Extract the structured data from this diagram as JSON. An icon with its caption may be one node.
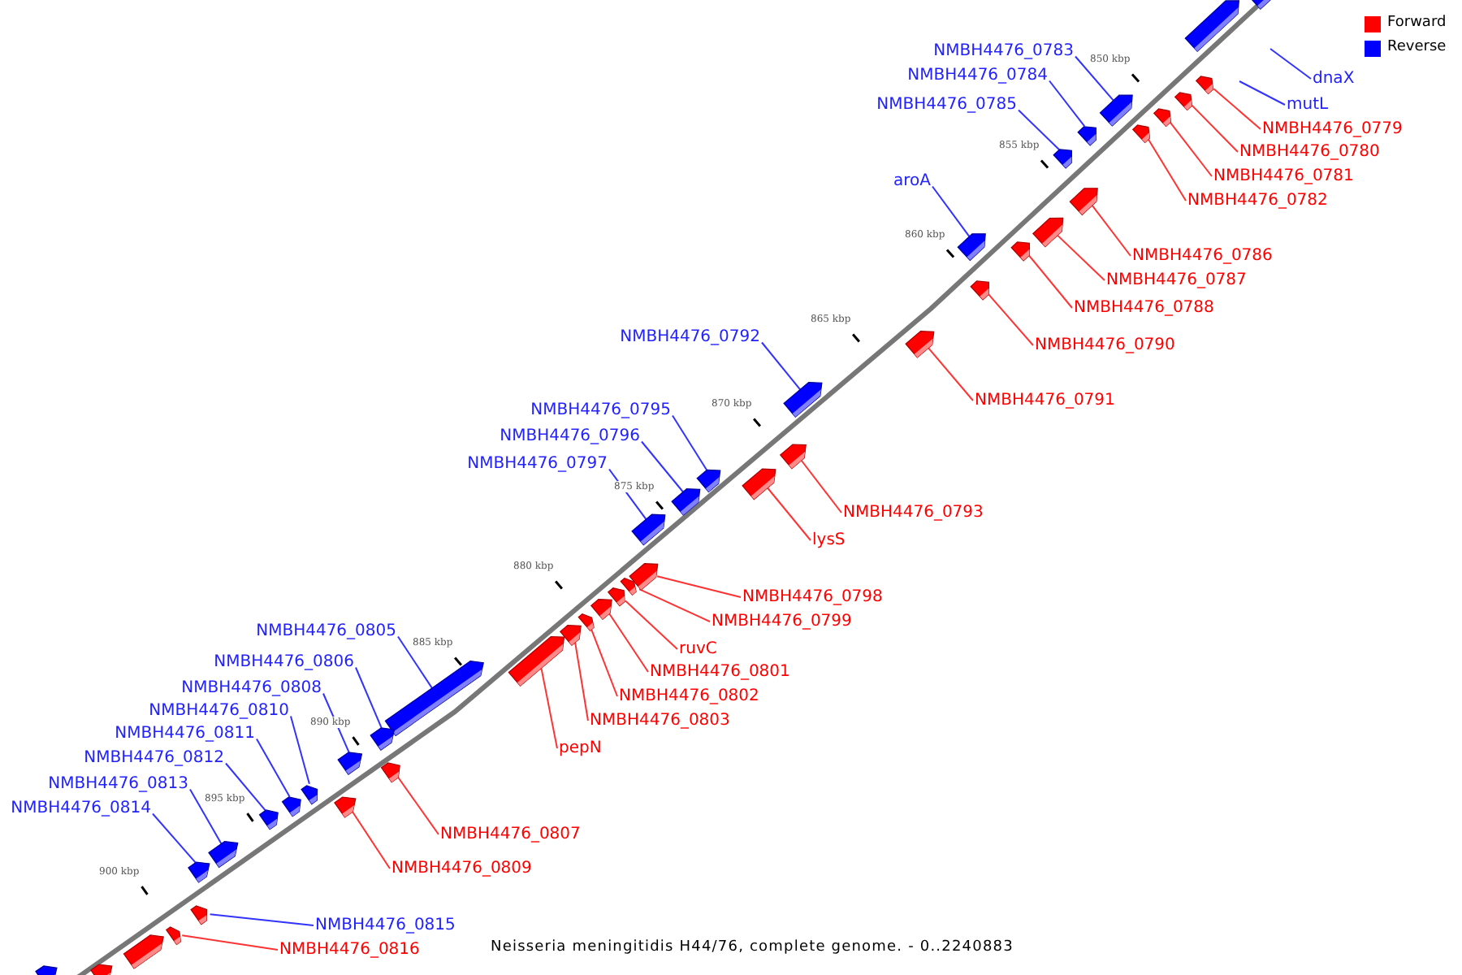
{
  "diagram": {
    "caption": "Neisseria meningitidis H44/76, complete genome. - 0..2240883",
    "nodes": [
      {
        "text": [
          "NMBH4476_0783"
        ]
      },
      {
        "text": [],
        "shape": "arrow"
      },
      {
        "text": [
          "NMBH4476_0784"
        ]
      },
      {
        "text": [],
        "shape": "arrow"
      },
      {
        "text": [
          "dnaX"
        ]
      },
      {
        "text": [
          "mutL"
        ]
      },
      {
        "text": [
          "NMBH4476_0785"
        ]
      },
      {
        "text": [],
        "shape": "arrow"
      },
      {
        "text": [
          "NMBH4476_0779"
        ]
      },
      {
        "text": [],
        "shape": "arrow"
      },
      {
        "text": [
          "NMBH4476_0780"
        ]
      },
      {
        "text": [],
        "shape": "arrow"
      },
      {
        "text": [
          "NMBH4476_0781"
        ]
      },
      {
        "text": [],
        "shape": "arrow"
      },
      {
        "text": [
          "aroA"
        ]
      },
      {
        "text": [],
        "shape": "arrow"
      },
      {
        "text": [
          "NMBH4476_0782"
        ]
      },
      {
        "text": [],
        "shape": "arrow"
      },
      {
        "text": [
          "NMBH4476_0786"
        ]
      },
      {
        "text": [],
        "shape": "arrow"
      },
      {
        "text": [
          "NMBH4476_0787"
        ]
      },
      {
        "text": [],
        "shape": "arrow"
      },
      {
        "text": [
          "NMBH4476_0788"
        ]
      },
      {
        "text": [],
        "shape": "arrow"
      },
      {
        "text": [
          "NMBH4476_0792"
        ]
      },
      {
        "text": [],
        "shape": "arrow"
      },
      {
        "text": [
          "NMBH4476_0790"
        ]
      },
      {
        "text": [],
        "shape": "arrow"
      },
      {
        "text": [
          "NMBH4476_0791"
        ]
      },
      {
        "text": [],
        "shape": "arrow"
      },
      {
        "text": [
          "NMBH4476_0795"
        ]
      },
      {
        "text": [],
        "shape": "arrow"
      },
      {
        "text": [
          "NMBH4476_0796"
        ]
      },
      {
        "text": [],
        "shape": "arrow"
      },
      {
        "text": [
          "NMBH4476_0797"
        ]
      },
      {
        "text": [],
        "shape": "arrow"
      },
      {
        "text": [
          "NMBH4476_0793"
        ]
      },
      {
        "text": [],
        "shape": "arrow"
      },
      {
        "text": [
          "lysS"
        ]
      },
      {
        "text": [],
        "shape": "arrow"
      },
      {
        "text": [
          "NMBH4476_0798"
        ]
      },
      {
        "text": [],
        "shape": "arrow"
      },
      {
        "text": [
          "NMBH4476_0799"
        ]
      },
      {
        "text": [],
        "shape": "arrow"
      },
      {
        "text": [
          "NMBH4476_0805"
        ]
      },
      {
        "text": [],
        "shape": "arrow"
      },
      {
        "text": [
          "ruvC"
        ]
      },
      {
        "text": [],
        "shape": "arrow"
      },
      {
        "text": [
          "NMBH4476_0806"
        ]
      },
      {
        "text": [],
        "shape": "arrow"
      },
      {
        "text": [
          "NMBH4476_0801"
        ]
      },
      {
        "text": [],
        "shape": "arrow"
      },
      {
        "text": [
          "NMBH4476_0808"
        ]
      },
      {
        "text": [],
        "shape": "arrow"
      },
      {
        "text": [
          "NMBH4476_0802"
        ]
      },
      {
        "text": [],
        "shape": "arrow"
      },
      {
        "text": [
          "NMBH4476_0810"
        ]
      },
      {
        "text": [],
        "shape": "arrow"
      },
      {
        "text": [
          "NMBH4476_0803"
        ]
      },
      {
        "text": [],
        "shape": "arrow"
      },
      {
        "text": [
          "NMBH4476_0811"
        ]
      },
      {
        "text": [],
        "shape": "arrow"
      },
      {
        "text": [
          "pepN"
        ]
      },
      {
        "text": [],
        "shape": "arrow"
      },
      {
        "text": [
          "NMBH4476_0812"
        ]
      },
      {
        "text": [],
        "shape": "arrow"
      },
      {
        "text": [
          "NMBH4476_0813"
        ]
      },
      {
        "text": [],
        "shape": "arrow"
      },
      {
        "text": [
          "NMBH4476_0814"
        ]
      },
      {
        "text": [],
        "shape": "arrow"
      },
      {
        "text": [
          "NMBH4476_0807"
        ]
      },
      {
        "text": [],
        "shape": "arrow"
      },
      {
        "text": [
          "NMBH4476_0809"
        ]
      },
      {
        "text": [],
        "shape": "arrow"
      },
      {
        "text": [
          "NMBH4476_0815"
        ]
      },
      {
        "text": [],
        "shape": "arrow"
      },
      {
        "text": [
          "NMBH4476_0816"
        ]
      },
      {
        "text": [],
        "shape": "arrow"
      },
      {
        "text": [],
        "shape": "arrow"
      },
      {
        "text": [],
        "shape": "arrow"
      },
      {
        "text": [],
        "shape": "arrow"
      },
      {
        "text": [],
        "shape": "arrow"
      },
      {
        "text": [],
        "shape": "arrow"
      }
    ],
    "edges": [
      {
        "from": 0,
        "to": 1,
        "arrow": "none",
        "color": "#3333ff"
      },
      {
        "from": 2,
        "to": 3,
        "arrow": "none",
        "color": "#3333ff"
      },
      {
        "from": 4,
        "to": null,
        "arrow": "none",
        "color": "#3333ff"
      },
      {
        "from": 5,
        "to": null,
        "arrow": "none",
        "color": "#3333ff"
      },
      {
        "from": 6,
        "to": 7,
        "arrow": "none",
        "color": "#3333ff"
      },
      {
        "from": 8,
        "to": 9,
        "arrow": "none"
      },
      {
        "from": 10,
        "to": 11,
        "arrow": "none"
      },
      {
        "from": 12,
        "to": 13,
        "arrow": "none"
      },
      {
        "from": 14,
        "to": 15,
        "arrow": "none",
        "color": "#3333ff"
      },
      {
        "from": 16,
        "to": 17,
        "arrow": "none"
      },
      {
        "from": 18,
        "to": 19,
        "arrow": "none"
      },
      {
        "from": 20,
        "to": 21,
        "arrow": "none"
      },
      {
        "from": 22,
        "to": 23,
        "arrow": "none"
      },
      {
        "from": 24,
        "to": 25,
        "arrow": "none",
        "color": "#3333ff"
      },
      {
        "from": 26,
        "to": 27,
        "arrow": "none"
      },
      {
        "from": 28,
        "to": 29,
        "arrow": "none"
      },
      {
        "from": 30,
        "to": 31,
        "arrow": "none",
        "color": "#3333ff"
      },
      {
        "from": 32,
        "to": 33,
        "arrow": "none",
        "color": "#3333ff"
      },
      {
        "from": 34,
        "to": 35,
        "arrow": "none",
        "color": "#3333ff"
      },
      {
        "from": 36,
        "to": 37,
        "arrow": "none"
      },
      {
        "from": 38,
        "to": 39,
        "arrow": "none"
      },
      {
        "from": 40,
        "to": 41,
        "arrow": "none"
      },
      {
        "from": 42,
        "to": 43,
        "arrow": "none"
      },
      {
        "from": 44,
        "to": 45,
        "arrow": "none",
        "color": "#3333ff"
      },
      {
        "from": 46,
        "to": 47,
        "arrow": "none"
      },
      {
        "from": 48,
        "to": 49,
        "arrow": "none",
        "color": "#3333ff"
      },
      {
        "from": 50,
        "to": 51,
        "arrow": "none"
      },
      {
        "from": 52,
        "to": 53,
        "arrow": "none",
        "color": "#3333ff"
      },
      {
        "from": 54,
        "to": 55,
        "arrow": "none"
      },
      {
        "from": 56,
        "to": 57,
        "arrow": "none",
        "color": "#3333ff"
      },
      {
        "from": 58,
        "to": 59,
        "arrow": "none"
      },
      {
        "from": 60,
        "to": 61,
        "arrow": "none",
        "color": "#3333ff"
      },
      {
        "from": 62,
        "to": 63,
        "arrow": "none"
      },
      {
        "from": 64,
        "to": 65,
        "arrow": "none",
        "color": "#3333ff"
      },
      {
        "from": 66,
        "to": 67,
        "arrow": "none",
        "color": "#3333ff"
      },
      {
        "from": 68,
        "to": 69,
        "arrow": "none",
        "color": "#3333ff"
      },
      {
        "from": 70,
        "to": 71,
        "arrow": "none"
      },
      {
        "from": 72,
        "to": 73,
        "arrow": "none"
      },
      {
        "from": 74,
        "to": 75,
        "arrow": "none",
        "color": "#3333ff"
      },
      {
        "from": 76,
        "to": 77,
        "arrow": "none"
      }
    ],
    "labels": [
      "850 kbp",
      "855 kbp",
      "860 kbp",
      "865 kbp",
      "870 kbp",
      "875 kbp",
      "880 kbp",
      "885 kbp",
      "890 kbp",
      "895 kbp",
      "900 kbp"
    ],
    "legend": [
      {
        "text": "Forward",
        "color": "#ff0000"
      },
      {
        "text": "Reverse",
        "color": "#0000ff"
      }
    ]
  }
}
